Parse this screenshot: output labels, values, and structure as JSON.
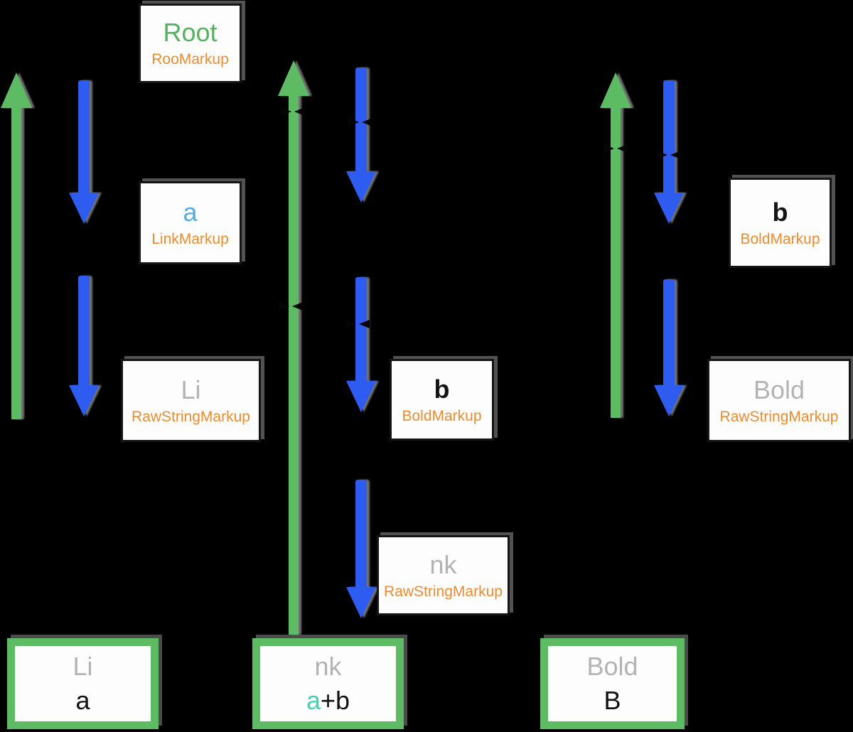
{
  "colors": {
    "background": "#000000",
    "box_bg": "#fdfdfd",
    "arrow_green": "#5cbb63",
    "arrow_blue": "#2e5bf0",
    "markup_orange": "#ed8b2e",
    "node_green": "#53b25e",
    "node_light_blue": "#56ace0",
    "node_gray": "#b3b3b3",
    "node_teal": "#41d3ae"
  },
  "diagram": {
    "boxes": {
      "root": {
        "title": "Root",
        "subtitle": "RooMarkup"
      },
      "link": {
        "title": "a",
        "subtitle": "LinkMarkup"
      },
      "li_raw": {
        "title": "Li",
        "subtitle": "RawStringMarkup"
      },
      "bold_mid": {
        "title": "b",
        "subtitle": "BoldMarkup"
      },
      "nk_raw": {
        "title": "nk",
        "subtitle": "RawStringMarkup"
      },
      "bold_right": {
        "title": "b",
        "subtitle": "BoldMarkup"
      },
      "bold_raw": {
        "title": "Bold",
        "subtitle": "RawStringMarkup"
      },
      "result_li": {
        "title": "Li",
        "value": "a"
      },
      "result_nk": {
        "title": "nk",
        "value_highlight": "a",
        "value_rest": "+b"
      },
      "result_bold": {
        "title": "Bold",
        "value": "B"
      }
    },
    "arrows": [
      {
        "id": "left-green-up",
        "direction": "up",
        "color": "green"
      },
      {
        "id": "left-blue-down-1",
        "direction": "down",
        "color": "blue"
      },
      {
        "id": "left-blue-down-2",
        "direction": "down",
        "color": "blue"
      },
      {
        "id": "mid-green-up",
        "direction": "up",
        "color": "green"
      },
      {
        "id": "mid-blue-down-1",
        "direction": "down",
        "color": "blue"
      },
      {
        "id": "mid-blue-down-2",
        "direction": "down",
        "color": "blue"
      },
      {
        "id": "mid-blue-down-3",
        "direction": "down",
        "color": "blue"
      },
      {
        "id": "right-green-up",
        "direction": "up",
        "color": "green"
      },
      {
        "id": "right-blue-down-1",
        "direction": "down",
        "color": "blue"
      },
      {
        "id": "right-blue-down-2",
        "direction": "down",
        "color": "blue"
      }
    ]
  }
}
